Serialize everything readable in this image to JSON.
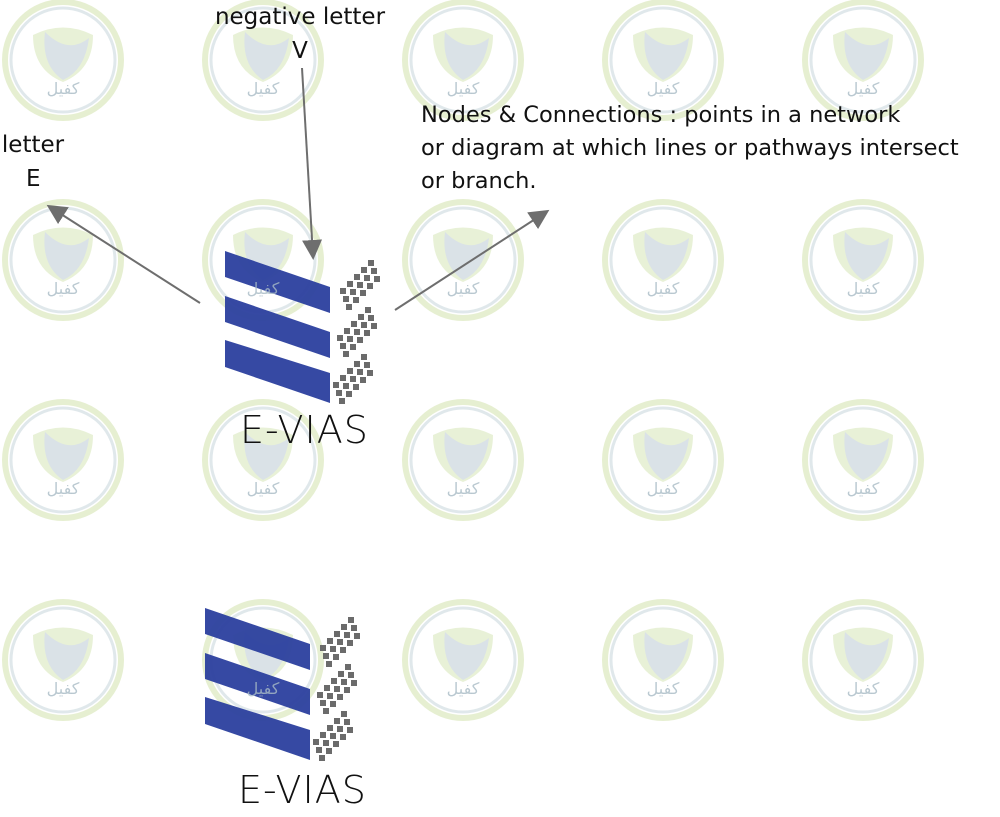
{
  "watermark": {
    "text": "كفيل",
    "ring_color": "#dfe9c4",
    "shield_color": "#c9d7de"
  },
  "labels": {
    "negative_v_line1": "negative letter",
    "negative_v_line2": "V",
    "letter_e_line1": "letter",
    "letter_e_line2": "E",
    "nodes_line1": "Nodes & Connections : points in a network",
    "nodes_line2": "or diagram at which lines or pathways intersect",
    "nodes_line3": "or branch."
  },
  "logos": [
    {
      "name": "E-VIAS"
    },
    {
      "name": "E-VIAS"
    }
  ],
  "colors": {
    "bars": "#2b3f9e",
    "nodes": "#6b6b6b",
    "arrows": "#6e6e6e"
  }
}
